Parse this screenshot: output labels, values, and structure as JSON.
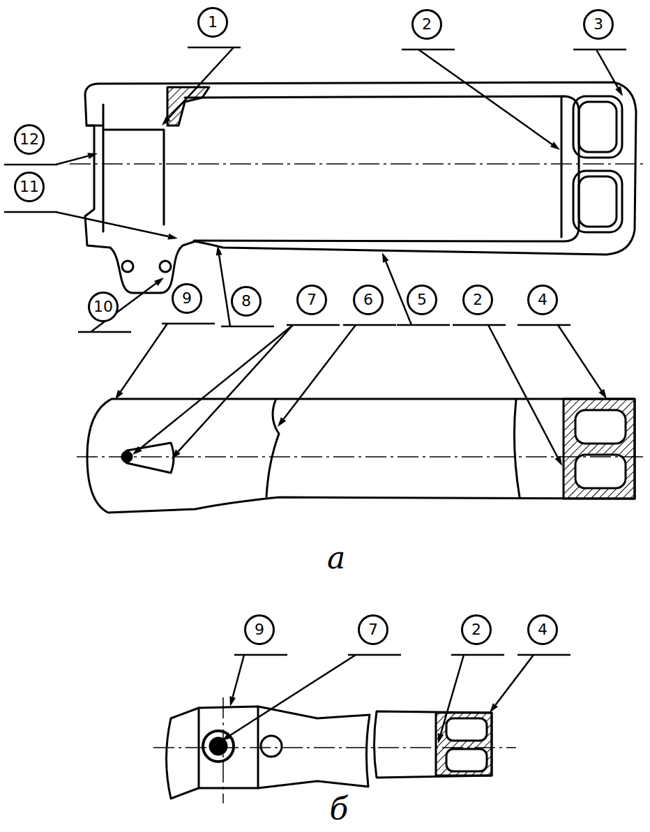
{
  "diagram": {
    "nodes": [
      {
        "text": [
          "1"
        ]
      },
      {
        "text": [
          "2"
        ]
      },
      {
        "text": [
          "3"
        ]
      },
      {
        "text": [
          "12"
        ]
      },
      {
        "text": [
          "11"
        ]
      },
      {
        "text": [
          "10"
        ]
      },
      {
        "text": [
          "9"
        ]
      },
      {
        "text": [
          "8"
        ]
      },
      {
        "text": [
          "7"
        ]
      },
      {
        "text": [
          "6"
        ]
      },
      {
        "text": [
          "5"
        ]
      },
      {
        "text": [
          "2"
        ]
      },
      {
        "text": [
          "4"
        ]
      },
      {
        "text": [
          "9"
        ]
      },
      {
        "text": [
          "7"
        ]
      },
      {
        "text": [
          "2"
        ]
      },
      {
        "text": [
          "4"
        ]
      }
    ],
    "edges": [],
    "labels": [
      "а",
      "б"
    ]
  }
}
